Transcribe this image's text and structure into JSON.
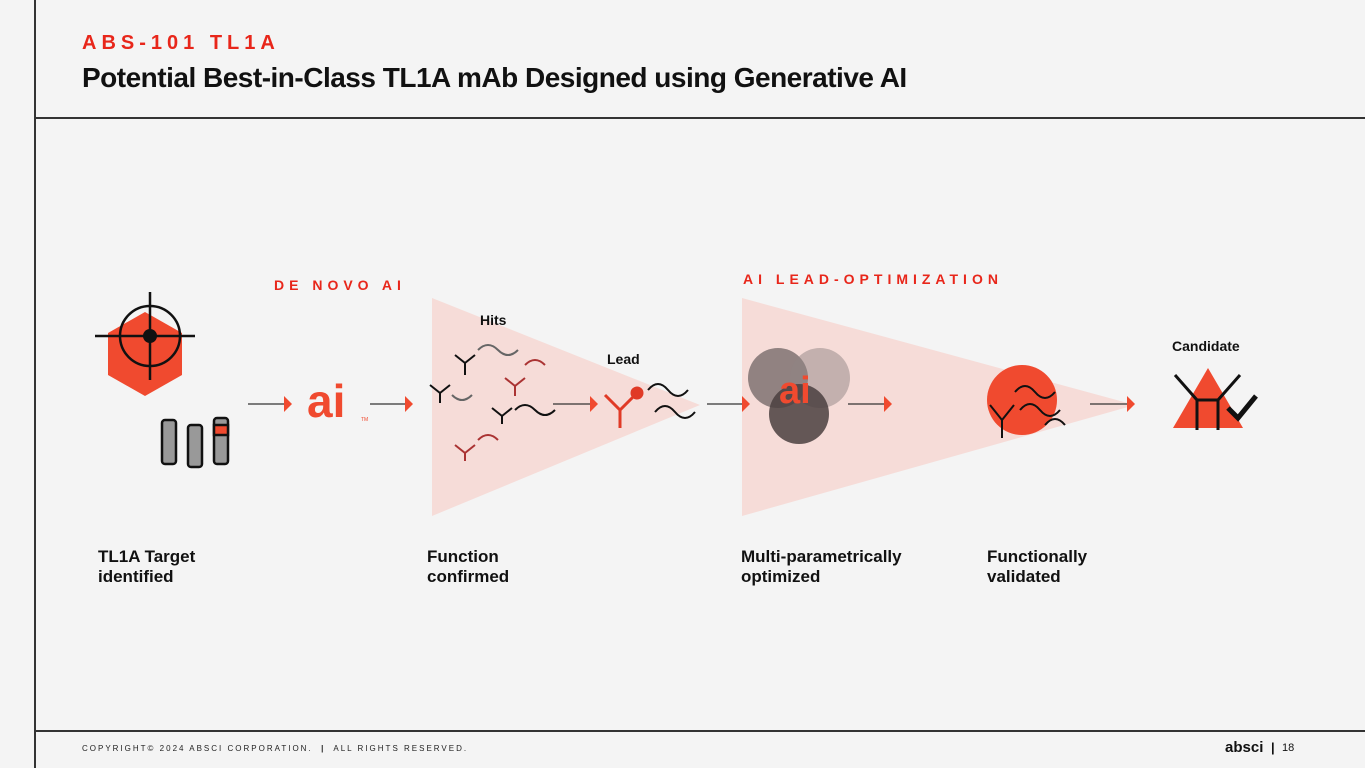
{
  "header": {
    "eyebrow": "ABS-101 TL1A",
    "title": "Potential Best-in-Class TL1A mAb Designed using Generative AI"
  },
  "sections": {
    "de_novo": "DE NOVO AI",
    "lead_opt": "AI LEAD-OPTIMIZATION"
  },
  "labels": {
    "hits": "Hits",
    "lead": "Lead",
    "candidate": "Candidate",
    "ai_logo": "ai",
    "tm": "TM"
  },
  "steps": [
    {
      "line1": "TL1A Target",
      "line2": "identified"
    },
    {
      "line1": "Function",
      "line2": "confirmed"
    },
    {
      "line1": "Multi-parametrically",
      "line2": "optimized"
    },
    {
      "line1": "Functionally",
      "line2": "validated"
    }
  ],
  "footer": {
    "copyright": "COPYRIGHT© 2024 ABSCI CORPORATION.",
    "separator": "|",
    "rights": "ALL RIGHTS RESERVED.",
    "logo": "absci",
    "page": "18"
  },
  "colors": {
    "accent": "#f04a2f",
    "eyebrow": "#e8261a",
    "funnel": "#f6dcd8"
  }
}
